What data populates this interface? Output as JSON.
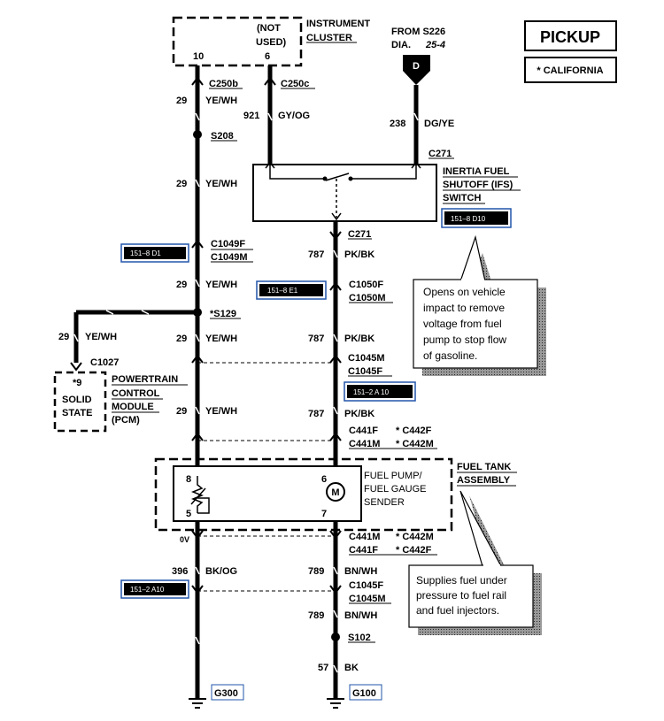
{
  "title": "PICKUP",
  "note_california": "* CALIFORNIA",
  "instrument_cluster": {
    "line1": "INSTRUMENT",
    "line2": "CLUSTER",
    "not_used_1": "(NOT",
    "not_used_2": "USED)",
    "pin_a": "10",
    "pin_b": "6"
  },
  "from_splice": {
    "line1": "FROM S226",
    "line2": "DIA.",
    "dia_ref": "25-4",
    "tag": "D"
  },
  "connectors": {
    "c250b": "C250b",
    "c250c": "C250c",
    "c271_top": "C271",
    "c271_bottom": "C271",
    "s208": "S208",
    "c1049f": "C1049F",
    "c1049m": "C1049M",
    "c1050f": "C1050F",
    "c1050m": "C1050M",
    "s129": "*S129",
    "c1027": "C1027",
    "c1045m_top": "C1045M",
    "c1045f_top": "C1045F",
    "c441f_top": "C441F",
    "c442f_top": "* C442F",
    "c441m_top": "C441M",
    "c442m_top": "* C442M",
    "c441m_bot": "C441M",
    "c442m_bot": "* C442M",
    "c441f_bot": "C441F",
    "c442f_bot": "* C442F",
    "c1045f_bot": "C1045F",
    "c1045m_bot": "C1045M",
    "s102": "S102",
    "g300": "G300",
    "g100": "G100"
  },
  "wires": {
    "w29_1": {
      "num": "29",
      "color": "YE/WH"
    },
    "w921": {
      "num": "921",
      "color": "GY/OG"
    },
    "w238": {
      "num": "238",
      "color": "DG/YE"
    },
    "w29_2": {
      "num": "29",
      "color": "YE/WH"
    },
    "w787_1": {
      "num": "787",
      "color": "PK/BK"
    },
    "w29_3": {
      "num": "29",
      "color": "YE/WH"
    },
    "w29_pcm": {
      "num": "29",
      "color": "YE/WH"
    },
    "w29_4": {
      "num": "29",
      "color": "YE/WH"
    },
    "w787_2": {
      "num": "787",
      "color": "PK/BK"
    },
    "w29_5": {
      "num": "29",
      "color": "YE/WH"
    },
    "w787_3": {
      "num": "787",
      "color": "PK/BK"
    },
    "w396": {
      "num": "396",
      "color": "BK/OG"
    },
    "w789_1": {
      "num": "789",
      "color": "BN/WH"
    },
    "w789_2": {
      "num": "789",
      "color": "BN/WH"
    },
    "w57": {
      "num": "57",
      "color": "BK"
    }
  },
  "ifs_switch": {
    "line1": "INERTIA FUEL",
    "line2": "SHUTOFF (IFS)",
    "line3": "SWITCH"
  },
  "pcm": {
    "pin_note": "*9",
    "solid": "SOLID",
    "state": "STATE",
    "line1": "POWERTRAIN",
    "line2": "CONTROL",
    "line3": "MODULE",
    "line4": "(PCM)"
  },
  "fuel_pump": {
    "line1": "FUEL PUMP/",
    "line2": "FUEL GAUGE",
    "line3": "SENDER",
    "pin8": "8",
    "pin5": "5",
    "pin6": "6",
    "pin7": "7",
    "motor": "M"
  },
  "fuel_tank": {
    "line1": "FUEL TANK",
    "line2": "ASSEMBLY"
  },
  "voltage_label": "0V",
  "callouts": {
    "ifs": [
      "Opens on vehicle",
      "impact to remove",
      "voltage from fuel",
      "pump to stop flow",
      "of gasoline."
    ],
    "pump": [
      "Supplies fuel under",
      "pressure to fuel rail",
      "and fuel injectors."
    ]
  },
  "refs": {
    "r1": "151–8 D1",
    "r2": "151–8 E1",
    "r3": "151–8 D10",
    "r4": "151–2 A 10",
    "r5": "151–2 A10"
  }
}
